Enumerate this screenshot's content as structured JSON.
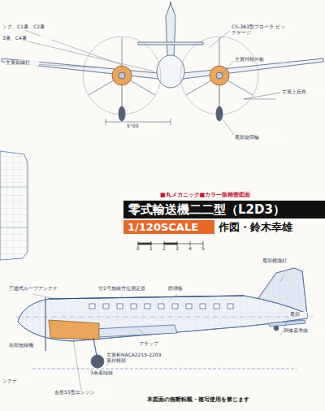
{
  "diagram": {
    "title": "零式輸送機二二型（L2D3）",
    "labels": [
      "ンク、C1番、C2番",
      "3番、C4番",
      "主翼前縁灯",
      "CS-3B3型プロペラ ピッチゲージ",
      "主翼付根外板",
      "主翼上反角",
      "尾部旋回輪",
      "5°00",
      "■丸メカニック■カラー版精密図面",
      "1/120SCALE",
      "作図・鈴木幸雄",
      "0",
      "1",
      "2",
      "3",
      "4",
      "5",
      "三翅式ループアンテナ",
      "前部無線機",
      "空2号無線方位測定器",
      "防弾板",
      "尾部標識灯",
      "胴体基準線",
      "フラップ",
      "3点着陸線",
      "主翼桁NACA2215-2209 翼付根部",
      "尾部",
      "金星53型エンジン",
      "ンテナ",
      "本図面の無断転載・複写使用を禁じます"
    ]
  }
}
